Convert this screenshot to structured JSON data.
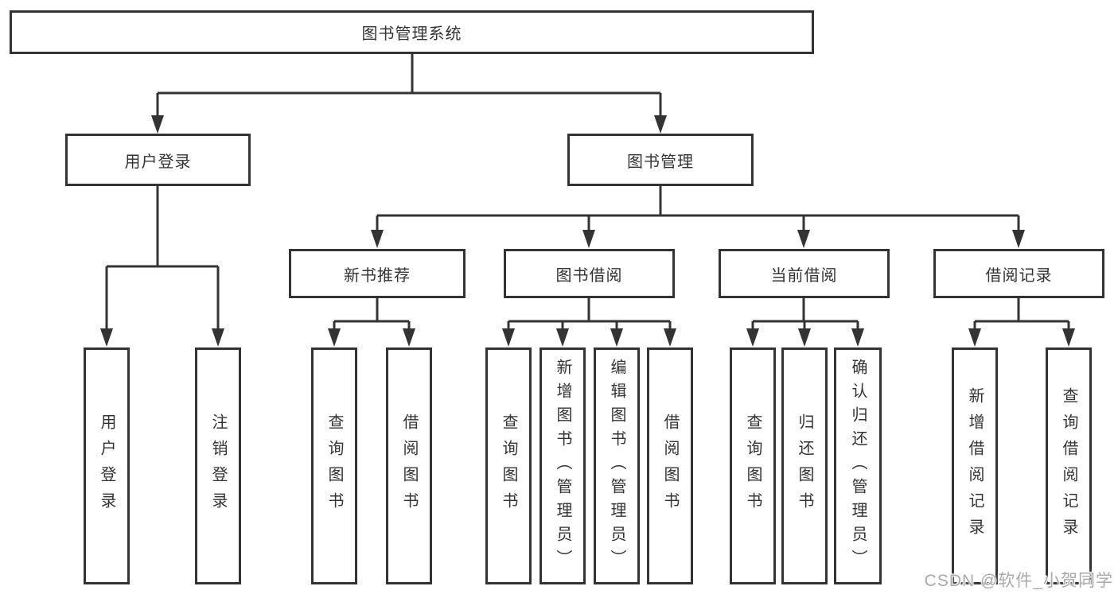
{
  "tree": {
    "root_label": "图书管理系统",
    "branches": [
      {
        "label": "用户登录",
        "children": [
          "用户登录",
          "注销登录"
        ]
      },
      {
        "label": "图书管理",
        "groups": [
          {
            "label": "新书推荐",
            "children": [
              "查询图书",
              "借阅图书"
            ]
          },
          {
            "label": "图书借阅",
            "children": [
              "查询图书",
              "新增图书（管理员）",
              "编辑图书（管理员）",
              "借阅图书"
            ]
          },
          {
            "label": "当前借阅",
            "children": [
              "查询图书",
              "归还图书",
              "确认归还（管理员）"
            ]
          },
          {
            "label": "借阅记录",
            "children": [
              "新增借阅记录",
              "查询借阅记录"
            ]
          }
        ]
      }
    ]
  },
  "watermark": "CSDN @软件_小贺同学",
  "colors": {
    "line": "#333333",
    "box_border": "#333333",
    "text": "#333333",
    "background": "#ffffff",
    "watermark": "#a9a9a9"
  }
}
